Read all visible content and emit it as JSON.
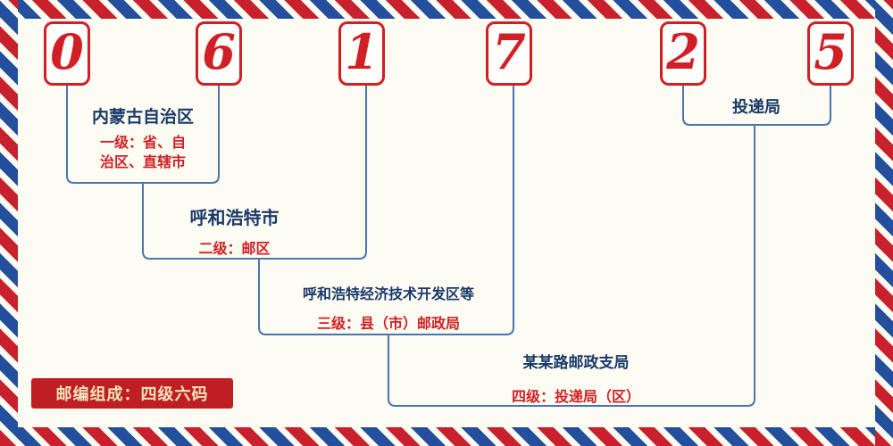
{
  "postal_code": {
    "digits": [
      "0",
      "6",
      "1",
      "7",
      "2",
      "5"
    ]
  },
  "labels": {
    "level1": {
      "name": "内蒙古自治区",
      "desc_lines": [
        "一级：省、自",
        "治区、直辖市"
      ]
    },
    "level2": {
      "name": "呼和浩特市",
      "desc": "二级：邮区"
    },
    "level3": {
      "name": "呼和浩特经济技术开发区等",
      "desc": "三级：县（市）邮政局"
    },
    "level4": {
      "name": "某某路邮政支局",
      "desc": "四级：投递局（区）"
    },
    "delivery": {
      "name": "投递局"
    }
  },
  "footer": {
    "composition_note": "邮编组成：四级六码"
  },
  "colors": {
    "accent_red": "#d01f26",
    "navy_text": "#1a3a6b",
    "connector_blue": "#4a74ad",
    "stripe_red": "#c8202c",
    "stripe_blue": "#234f9d",
    "background_cream": "#fdfcf2",
    "composition_box_bg": "#bf1f24",
    "composition_box_text": "#f2e4bd"
  }
}
